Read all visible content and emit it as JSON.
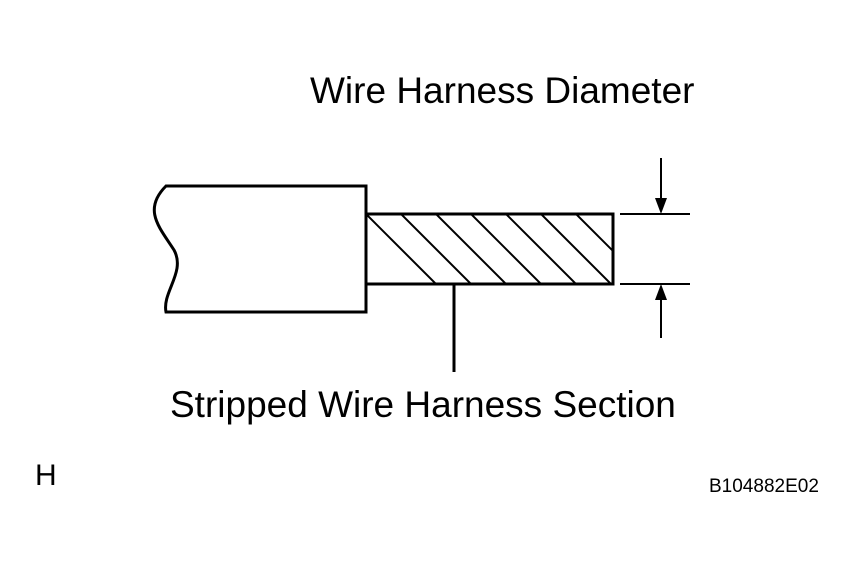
{
  "labels": {
    "diameter": "Wire Harness Diameter",
    "stripped_section": "Stripped Wire Harness Section",
    "corner_letter": "H",
    "figure_code": "B104882E02"
  },
  "colors": {
    "line": "#000000",
    "background": "#ffffff"
  }
}
